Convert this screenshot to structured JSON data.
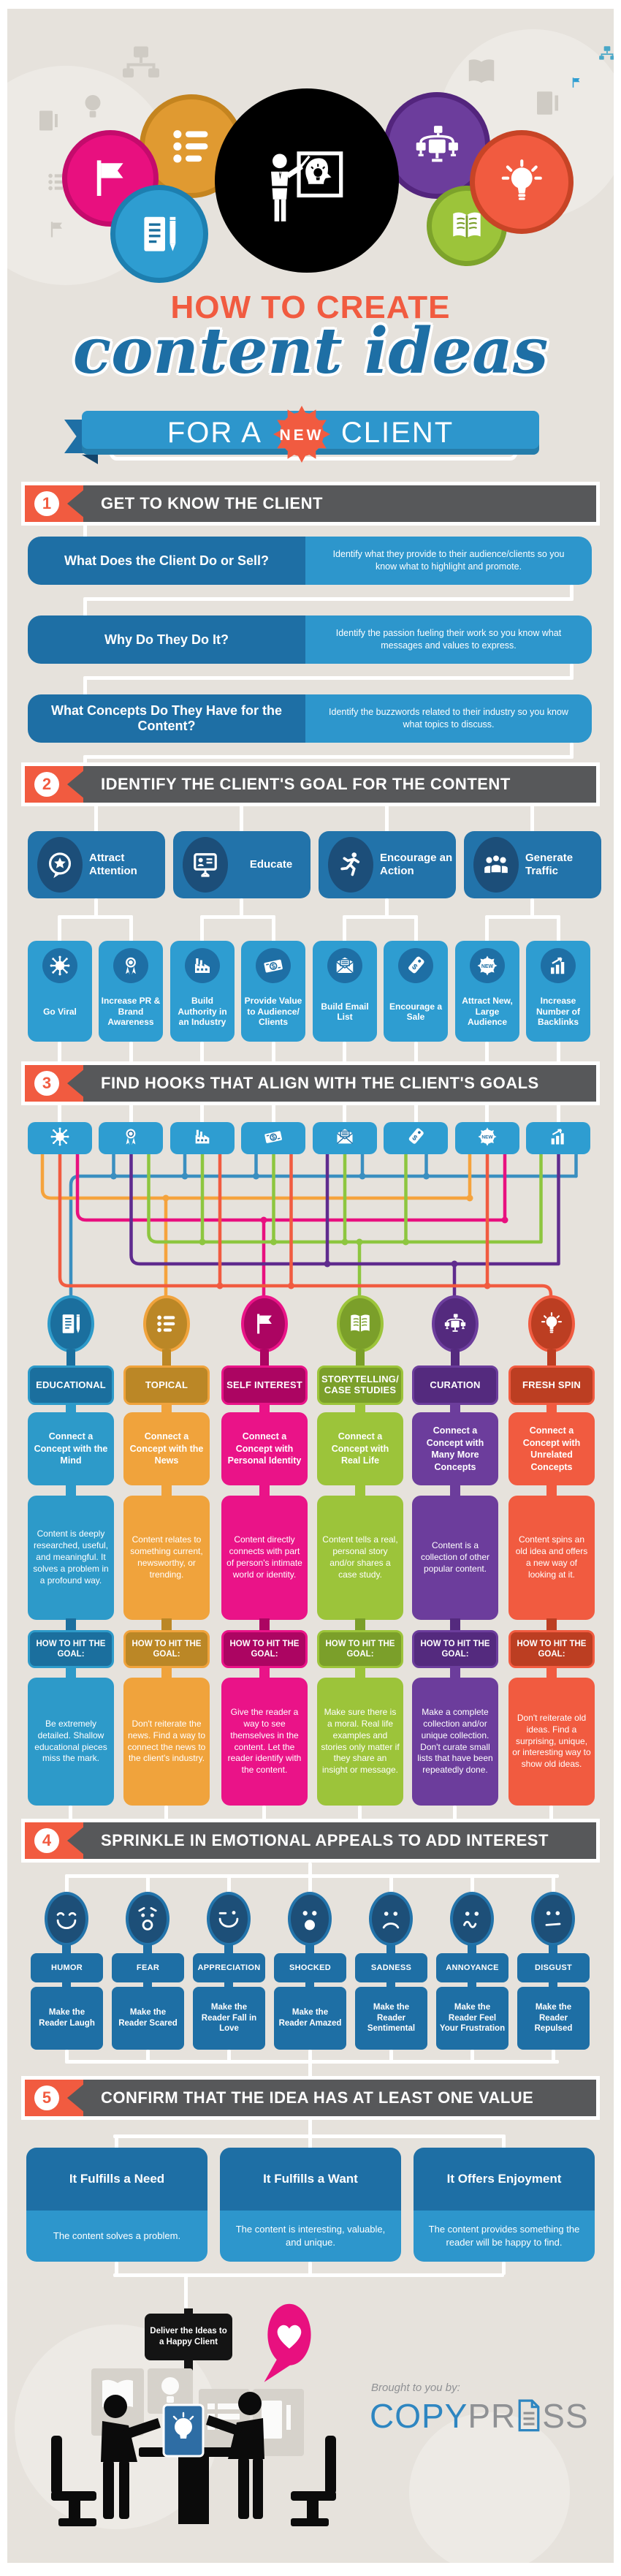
{
  "palette": {
    "background": "#e6e2dc",
    "frame": "#ffffff",
    "bar_gray": "#57585a",
    "accent_orange": "#f15b40",
    "blue_dark": "#1e6fa5",
    "blue_mid": "#2273aa",
    "blue_light": "#2d96cc",
    "blue_chip": "#2e9dd1",
    "navy": "#1c4e79",
    "emotion_oval": "#1d4f78",
    "heart_pink": "#e8107f",
    "logo_blue": "#2e86c1",
    "logo_gray": "#8f9194",
    "line_colors": {
      "blue": "#3a8fc0",
      "orange": "#f5a33d",
      "magenta": "#e8107f",
      "green": "#8dc63f",
      "purple": "#5f2b8e",
      "red": "#f15b40"
    },
    "columns": [
      {
        "dark": "#1b6f9e",
        "body": "#2d9ac9"
      },
      {
        "dark": "#bb8726",
        "body": "#f0a33c"
      },
      {
        "dark": "#ac0562",
        "body": "#ea1388"
      },
      {
        "dark": "#7b9f2a",
        "body": "#9cc43a"
      },
      {
        "dark": "#542a7e",
        "body": "#6c3d9c"
      },
      {
        "dark": "#bc3e22",
        "body": "#f15b40"
      }
    ]
  },
  "header": {
    "title_top": "HOW TO CREATE",
    "title_script": "content ideas",
    "banner_pre": "FOR A",
    "banner_badge": "NEW",
    "banner_post": "CLIENT",
    "cluster": {
      "flag_icon": "flag",
      "list_icon": "list",
      "doc_icon": "doc-pencil",
      "center_icon": "presenter-scene",
      "network_icon": "network",
      "book_icon": "book",
      "bulb_icon": "bulb"
    }
  },
  "s1": {
    "num": "1",
    "title": "GET TO KNOW THE CLIENT",
    "qa": [
      {
        "q": "What Does the Client Do or Sell?",
        "a": "Identify what they provide to their audience/clients so you know what to highlight and promote."
      },
      {
        "q": "Why Do They Do It?",
        "a": "Identify the passion fueling their work so you know what messages and values to express."
      },
      {
        "q": "What Concepts Do They Have for the Content?",
        "a": "Identify the buzzwords related to their industry so you know what topics to discuss."
      }
    ]
  },
  "s2": {
    "num": "2",
    "title": "IDENTIFY THE CLIENT'S GOAL FOR THE CONTENT",
    "goals": [
      {
        "icon": "star-bubble",
        "label": "Attract Attention"
      },
      {
        "icon": "presentation",
        "label": "Educate"
      },
      {
        "icon": "runner",
        "label": "Encourage an Action"
      },
      {
        "icon": "people",
        "label": "Generate Traffic"
      }
    ],
    "subgoals": [
      {
        "icon": "virus",
        "label": "Go Viral"
      },
      {
        "icon": "ribbon",
        "label": "Increase PR & Brand Awareness"
      },
      {
        "icon": "factory",
        "label": "Build Authority in an Industry"
      },
      {
        "icon": "money",
        "label": "Provide Value to Audience/ Clients"
      },
      {
        "icon": "envelope",
        "label": "Build Email List"
      },
      {
        "icon": "tag",
        "label": "Encourage a Sale"
      },
      {
        "icon": "new-badge",
        "label": "Attract New, Large Audience"
      },
      {
        "icon": "chart-up",
        "label": "Increase Number of Backlinks"
      }
    ]
  },
  "s3": {
    "num": "3",
    "title": "FIND HOOKS THAT ALIGN WITH THE CLIENT'S GOALS",
    "hook_icons": [
      "virus",
      "ribbon",
      "factory",
      "money",
      "envelope",
      "tag",
      "new-badge",
      "chart-up"
    ],
    "how_label": "HOW TO HIT THE GOAL:",
    "columns": [
      {
        "name": "EDUCATIONAL",
        "icon": "doc-pencil",
        "connect": "Connect a Concept with the Mind",
        "desc": "Content is deeply researched, useful, and meaningful. It solves a problem in a profound way.",
        "tip": "Be extremely detailed. Shallow educational pieces miss the mark."
      },
      {
        "name": "TOPICAL",
        "icon": "list",
        "connect": "Connect a Concept with the News",
        "desc": "Content relates to something current, newsworthy, or trending.",
        "tip": "Don't reiterate the news. Find a way to connect the news to the client's industry."
      },
      {
        "name": "SELF INTEREST",
        "icon": "flag",
        "connect": "Connect a Concept with Personal Identity",
        "desc": "Content directly connects with part of person's intimate world or identity.",
        "tip": "Give the reader a way to see themselves in the content. Let the reader identify with the content."
      },
      {
        "name": "STORYTELLING/ CASE STUDIES",
        "icon": "book",
        "connect": "Connect a Concept with Real Life",
        "desc": "Content tells a real, personal story and/or shares a case study.",
        "tip": "Make sure there is a moral. Real life examples and stories only matter if they share an insight or message."
      },
      {
        "name": "CURATION",
        "icon": "network",
        "connect": "Connect a Concept with Many More Concepts",
        "desc": "Content is a collection of other popular content.",
        "tip": "Make a complete collection and/or unique collection. Don't curate small lists that have been repeatedly done."
      },
      {
        "name": "FRESH SPIN",
        "icon": "bulb",
        "connect": "Connect a Concept with Unrelated Concepts",
        "desc": "Content spins an old idea and offers a new way of looking at it.",
        "tip": "Don't reiterate old ideas. Find a surprising, unique, or interesting way to show old ideas."
      }
    ]
  },
  "s4": {
    "num": "4",
    "title": "SPRINKLE IN EMOTIONAL APPEALS TO ADD INTEREST",
    "emotions": [
      {
        "face": "humor",
        "name": "HUMOR",
        "effect": "Make the Reader Laugh"
      },
      {
        "face": "fear",
        "name": "FEAR",
        "effect": "Make the Reader Scared"
      },
      {
        "face": "appreciation",
        "name": "APPRECIATION",
        "effect": "Make the Reader Fall in Love"
      },
      {
        "face": "shocked",
        "name": "SHOCKED",
        "effect": "Make the Reader Amazed"
      },
      {
        "face": "sadness",
        "name": "SADNESS",
        "effect": "Make the Reader Sentimental"
      },
      {
        "face": "annoyance",
        "name": "ANNOYANCE",
        "effect": "Make the Reader Feel Your Frustration"
      },
      {
        "face": "disgust",
        "name": "DISGUST",
        "effect": "Make the Reader Repulsed"
      }
    ]
  },
  "s5": {
    "num": "5",
    "title": "CONFIRM THAT THE IDEA HAS AT LEAST ONE VALUE",
    "values": [
      {
        "title": "It Fulfills a Need",
        "text": "The content solves a problem."
      },
      {
        "title": "It Fulfills a Want",
        "text": "The content is interesting, valuable, and unique."
      },
      {
        "title": "It Offers Enjoyment",
        "text": "The content provides something the reader will be happy to find."
      }
    ]
  },
  "footer": {
    "deliver": "Deliver the Ideas to a Happy Client",
    "brought": "Brought to you by:",
    "brand_copy": "COPY",
    "brand_pr": "PR",
    "brand_ss": "SS",
    "heart_icon": "heart-bubble",
    "scene_icon": "meeting-scene",
    "logo_doc_icon": "logo-doc"
  }
}
